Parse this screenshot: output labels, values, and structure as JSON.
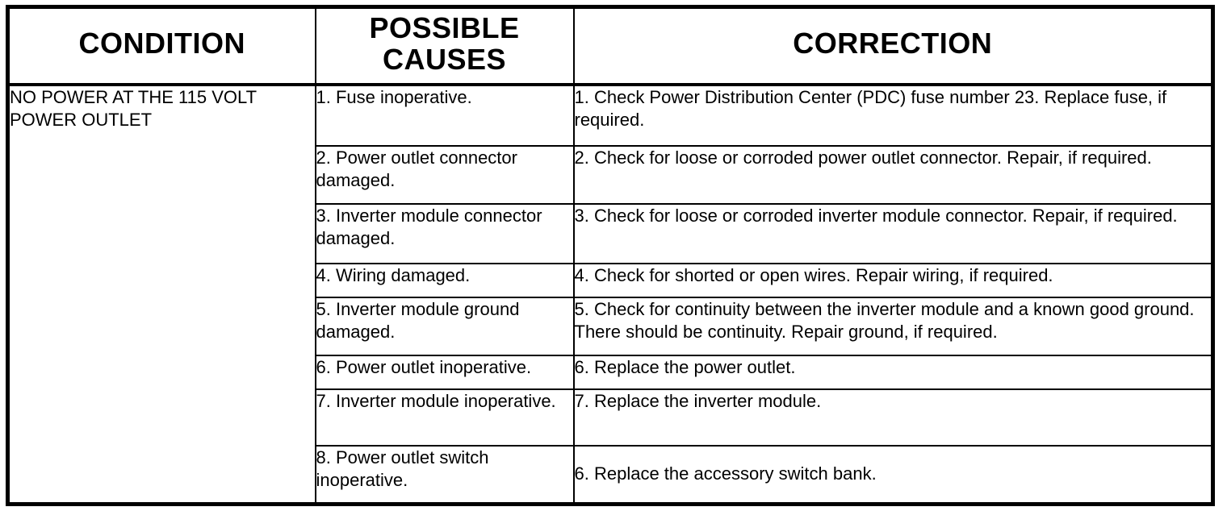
{
  "table": {
    "headers": {
      "condition": "CONDITION",
      "possible_causes": "POSSIBLE CAUSES",
      "correction": "CORRECTION"
    },
    "condition": "NO POWER AT THE 115 VOLT POWER OUTLET",
    "rows": [
      {
        "cause": "1. Fuse inoperative.",
        "correction": "1. Check Power Distribution Center (PDC) fuse number 23. Replace fuse, if required."
      },
      {
        "cause": "2. Power outlet connector damaged.",
        "correction": "2. Check for loose or corroded power outlet connector. Repair, if required."
      },
      {
        "cause": "3. Inverter module connector damaged.",
        "correction": "3. Check for loose or corroded inverter module connector. Repair, if required."
      },
      {
        "cause": "4. Wiring damaged.",
        "correction": "4. Check for shorted or open wires. Repair wiring, if required."
      },
      {
        "cause": "5. Inverter module ground damaged.",
        "correction": "5. Check for continuity between the inverter module and a known good ground. There should be continuity. Repair ground, if required."
      },
      {
        "cause": "6. Power outlet inoperative.",
        "correction": "6. Replace the power outlet."
      },
      {
        "cause": "7. Inverter module inoperative.",
        "correction": "7. Replace the inverter module."
      },
      {
        "cause": "8. Power outlet switch inoperative.",
        "correction": "6. Replace the accessory switch bank."
      }
    ]
  },
  "colors": {
    "border": "#000000",
    "background": "#ffffff",
    "text": "#000000"
  }
}
